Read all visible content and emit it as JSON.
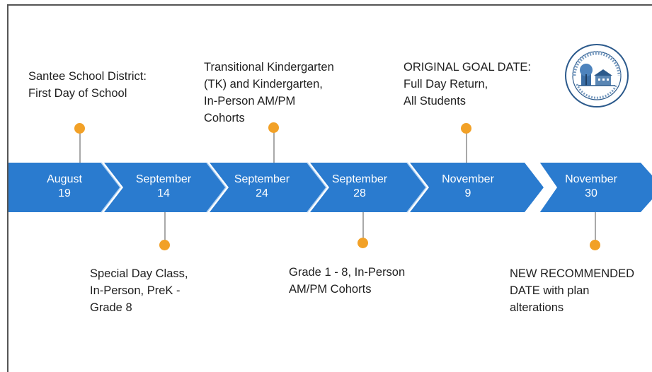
{
  "colors": {
    "arrow_primary": "#2a7bcf",
    "arrow_light": "#4a93db",
    "dot": "#f2a127",
    "stem": "#a9a9a9"
  },
  "timeline": [
    {
      "month": "August",
      "day": "19"
    },
    {
      "month": "September",
      "day": "14"
    },
    {
      "month": "September",
      "day": "24"
    },
    {
      "month": "September",
      "day": "28"
    },
    {
      "month": "November",
      "day": "9"
    },
    {
      "month": "November",
      "day": "30"
    }
  ],
  "events_above": [
    {
      "text": "Santee School District:\nFirst Day of School"
    },
    {
      "text": "Transitional Kindergarten\n(TK) and Kindergarten,\nIn-Person AM/PM\nCohorts"
    },
    {
      "text": "ORIGINAL GOAL DATE:\nFull Day Return,\nAll Students"
    }
  ],
  "events_below": [
    {
      "text": "Special Day Class,\nIn-Person, PreK -\nGrade 8"
    },
    {
      "text": "Grade 1 - 8, In-Person\nAM/PM Cohorts"
    },
    {
      "text": "NEW RECOMMENDED\nDATE with plan\nalterations"
    }
  ],
  "seal": {
    "icon": "school-district-seal-icon"
  }
}
